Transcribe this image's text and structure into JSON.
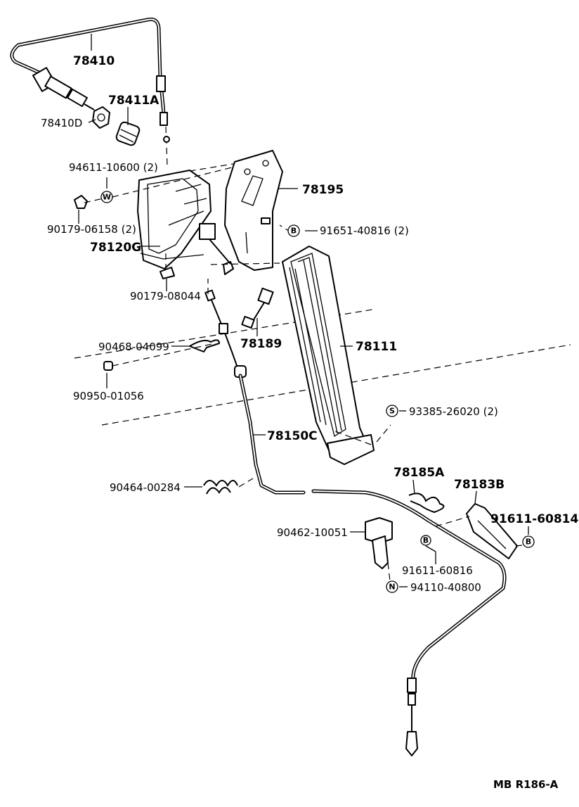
{
  "parts": {
    "p78410": "78410",
    "p78411A": "78411A",
    "p78410D": "78410D",
    "p94611": "94611-10600 (2)",
    "p78195": "78195",
    "p90179a": "90179-06158 (2)",
    "p91651": "91651-40816 (2)",
    "p78120G": "78120G",
    "p90179b": "90179-08044",
    "p78189": "78189",
    "p90468": "90468-04099",
    "p78111": "78111",
    "p90950": "90950-01056",
    "p93385": "93385-26020 (2)",
    "p78150C": "78150C",
    "p78185A": "78185A",
    "p78183B": "78183B",
    "p90464": "90464-00284",
    "p91611a": "91611-60814",
    "p90462": "90462-10051",
    "p91611b": "91611-60816",
    "p94110": "94110-40800"
  },
  "badges": {
    "washer": "W",
    "bolt": "B",
    "screw": "S",
    "nut": "N"
  },
  "footer": {
    "code": "MB R186-A"
  }
}
